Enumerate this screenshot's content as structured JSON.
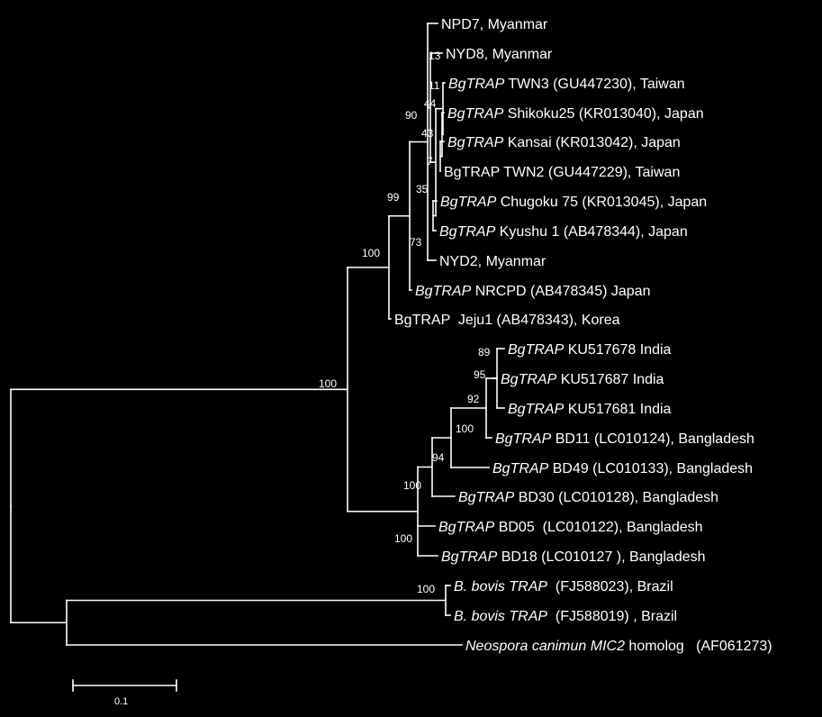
{
  "tree": {
    "leaves": [
      {
        "id": "npd7",
        "parts": [
          {
            "text": "NPD7, Myanmar",
            "italic": false
          }
        ]
      },
      {
        "id": "nyd8",
        "parts": [
          {
            "text": "NYD8, Myanmar",
            "italic": false
          }
        ]
      },
      {
        "id": "twn3",
        "parts": [
          {
            "text": "BgTRAP",
            "italic": true
          },
          {
            "text": " TWN3 (GU447230), Taiwan",
            "italic": false
          }
        ]
      },
      {
        "id": "shikoku25",
        "parts": [
          {
            "text": "BgTRAP",
            "italic": true
          },
          {
            "text": " Shikoku25 (KR013040), Japan",
            "italic": false
          }
        ]
      },
      {
        "id": "kansai",
        "parts": [
          {
            "text": "BgTRAP",
            "italic": true
          },
          {
            "text": " Kansai (KR013042), Japan",
            "italic": false
          }
        ]
      },
      {
        "id": "twn2",
        "parts": [
          {
            "text": "BgTRAP TWN2 (GU447229), Taiwan",
            "italic": false
          }
        ]
      },
      {
        "id": "chugoku75",
        "parts": [
          {
            "text": "BgTRAP",
            "italic": true
          },
          {
            "text": " Chugoku 75 (KR013045), Japan",
            "italic": false
          }
        ]
      },
      {
        "id": "kyushu1",
        "parts": [
          {
            "text": "BgTRAP",
            "italic": true
          },
          {
            "text": " Kyushu 1 (AB478344), Japan",
            "italic": false
          }
        ]
      },
      {
        "id": "nyd2",
        "parts": [
          {
            "text": "NYD2, Myanmar",
            "italic": false
          }
        ]
      },
      {
        "id": "nrcpd",
        "parts": [
          {
            "text": "BgTRAP",
            "italic": true
          },
          {
            "text": " NRCPD (AB478345) Japan",
            "italic": false
          }
        ]
      },
      {
        "id": "jeju1",
        "parts": [
          {
            "text": "BgTRAP  Jeju1 (AB478343), Korea",
            "italic": false
          }
        ]
      },
      {
        "id": "ku517678",
        "parts": [
          {
            "text": "BgTRAP",
            "italic": true
          },
          {
            "text": " KU517678 India",
            "italic": false
          }
        ]
      },
      {
        "id": "ku517687",
        "parts": [
          {
            "text": "BgTRAP",
            "italic": true
          },
          {
            "text": " KU517687 India",
            "italic": false
          }
        ]
      },
      {
        "id": "ku517681",
        "parts": [
          {
            "text": "BgTRAP",
            "italic": true
          },
          {
            "text": " KU517681 India",
            "italic": false
          }
        ]
      },
      {
        "id": "bd11",
        "parts": [
          {
            "text": "BgTRAP",
            "italic": true
          },
          {
            "text": " BD11 (LC010124), Bangladesh",
            "italic": false
          }
        ]
      },
      {
        "id": "bd49",
        "parts": [
          {
            "text": "BgTRAP",
            "italic": true
          },
          {
            "text": " BD49 (LC010133), Bangladesh",
            "italic": false
          }
        ]
      },
      {
        "id": "bd30",
        "parts": [
          {
            "text": "BgTRAP",
            "italic": true
          },
          {
            "text": " BD30 (LC010128), Bangladesh",
            "italic": false
          }
        ]
      },
      {
        "id": "bd05",
        "parts": [
          {
            "text": "BgTRAP",
            "italic": true
          },
          {
            "text": " BD05  (LC010122), Bangladesh",
            "italic": false
          }
        ]
      },
      {
        "id": "bd18",
        "parts": [
          {
            "text": "BgTRAP",
            "italic": true
          },
          {
            "text": " BD18 (LC010127 ), Bangladesh",
            "italic": false
          }
        ]
      },
      {
        "id": "bovis1",
        "parts": [
          {
            "text": "B. bovis TRAP",
            "italic": true
          },
          {
            "text": "  (FJ588023), Brazil",
            "italic": false
          }
        ]
      },
      {
        "id": "bovis2",
        "parts": [
          {
            "text": "B. bovis TRAP",
            "italic": true
          },
          {
            "text": "  (FJ588019) , Brazil",
            "italic": false
          }
        ]
      },
      {
        "id": "neospora",
        "parts": [
          {
            "text": "Neospora canimun MIC2",
            "italic": true
          },
          {
            "text": " homolog   (AF061273)",
            "italic": false
          }
        ]
      }
    ],
    "support_values": [
      "13",
      "11",
      "44",
      "43",
      "7",
      "35",
      "73",
      "90",
      "99",
      "100",
      "89",
      "95",
      "92",
      "100",
      "94",
      "100",
      "100",
      "100",
      "100"
    ],
    "scale_bar": {
      "label": "0.1"
    },
    "colors": {
      "background": "#000000",
      "foreground": "#ffffff"
    }
  }
}
